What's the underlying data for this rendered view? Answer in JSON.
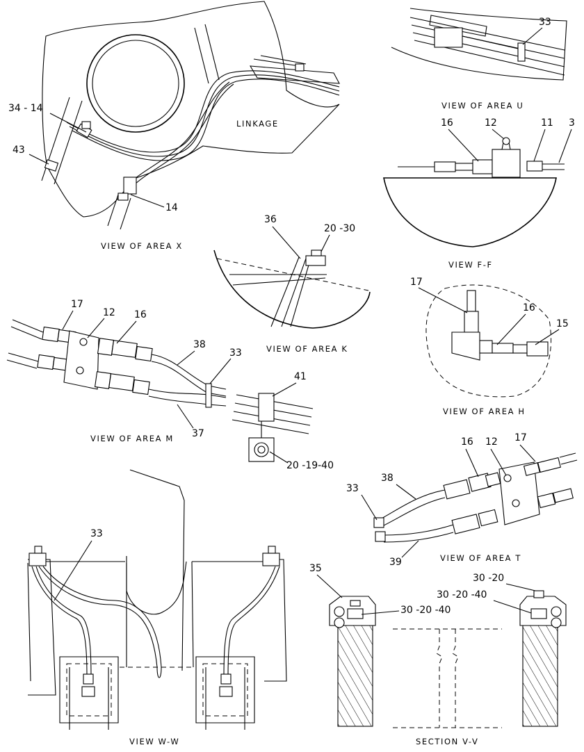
{
  "views": {
    "x": {
      "caption": "VIEW OF AREA X",
      "linkage": "LINKAGE",
      "callouts": [
        "34 - 14",
        "43",
        "14"
      ]
    },
    "u": {
      "caption": "VIEW OF AREA U",
      "callouts": [
        "33"
      ]
    },
    "ff": {
      "caption": "VIEW F-F",
      "callouts": [
        "16",
        "12",
        "11",
        "3"
      ]
    },
    "k": {
      "caption": "VIEW OF AREA K",
      "callouts": [
        "36",
        "20 -30"
      ]
    },
    "h": {
      "caption": "VIEW OF AREA H",
      "callouts": [
        "17",
        "16",
        "15"
      ]
    },
    "m": {
      "caption": "VIEW OF AREA M",
      "callouts": [
        "17",
        "12",
        "16",
        "38",
        "33",
        "37"
      ]
    },
    "clamp": {
      "callouts": [
        "41",
        "20 -19-40"
      ]
    },
    "t": {
      "caption": "VIEW OF AREA T",
      "callouts": [
        "16",
        "12",
        "17",
        "33",
        "38",
        "39"
      ]
    },
    "ww": {
      "caption": "VIEW W-W",
      "callouts": [
        "33"
      ]
    },
    "vv": {
      "caption": "SECTION V-V",
      "callouts": [
        "35",
        "30 -20",
        "30 -20 -40",
        "30 -20 -40"
      ]
    }
  }
}
